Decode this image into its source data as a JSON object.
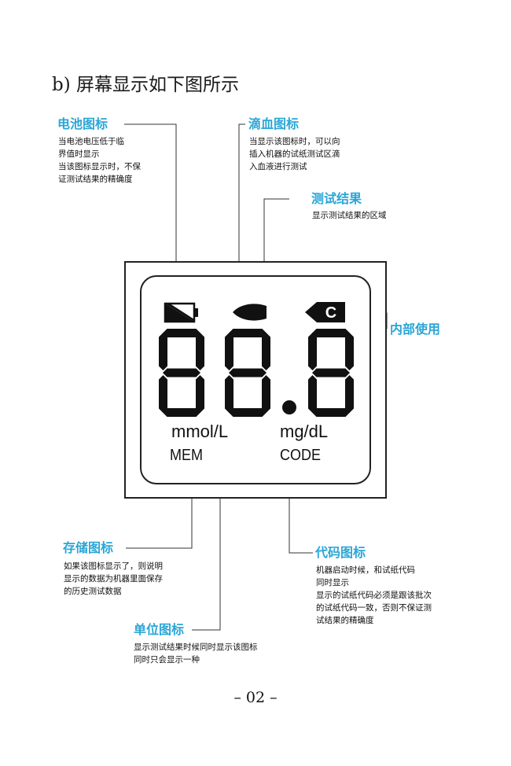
{
  "section_title": "b) 屏幕显示如下图所示",
  "callouts": {
    "battery": {
      "title": "电池图标",
      "lines": [
        "当电池电压低于临",
        "界值时显示",
        "当该图标显示时，不保",
        "证测试结果的精确度"
      ]
    },
    "blood": {
      "title": "滴血图标",
      "lines": [
        "当显示该图标时，可以向",
        "插入机器的试纸测试区滴",
        "入血液进行测试"
      ]
    },
    "result": {
      "title": "测试结果",
      "lines": [
        "显示测试结果的区域"
      ]
    },
    "internal": {
      "title": "内部使用"
    },
    "memory": {
      "title": "存储图标",
      "lines": [
        "如果该图标显示了，则说明",
        "显示的数据为机器里面保存",
        "的历史测试数据"
      ]
    },
    "code": {
      "title": "代码图标",
      "lines": [
        "机器启动时候，和试纸代码",
        "同时显示",
        "显示的试纸代码必须是跟该批次",
        "的试纸代码一致，否则不保证测",
        "试结果的精确度"
      ]
    },
    "unit": {
      "title": "单位图标",
      "lines": [
        "显示测试结果时候同时显示该图标",
        "同时只会显示一种"
      ]
    }
  },
  "display": {
    "unit_mmol": "mmol/L",
    "unit_mg": "mg/dL",
    "mem_label": "MEM",
    "code_label": "CODE",
    "code_icon_letter": "C",
    "digits": "88.8"
  },
  "page_number": "– 02 –"
}
